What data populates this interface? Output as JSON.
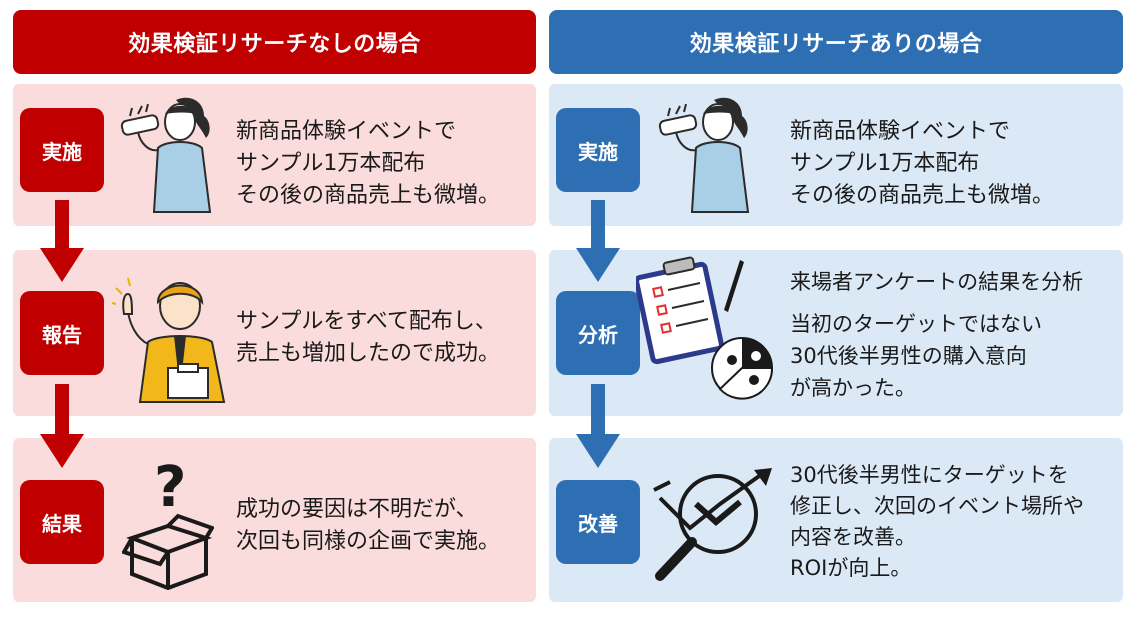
{
  "colors": {
    "red": "#c00000",
    "red_panel": "#fbdcdc",
    "blue": "#2e6eb2",
    "blue_panel": "#dbe8f5"
  },
  "left": {
    "header": "効果検証リサーチなしの場合",
    "steps": [
      {
        "badge": "実施",
        "icon": "woman-drinking-icon",
        "lines": [
          "新商品体験イベントで",
          "サンプル1万本配布",
          "その後の商品売上も微増。"
        ]
      },
      {
        "badge": "報告",
        "icon": "businessman-pointing-icon",
        "lines": [
          "サンプルをすべて配布し、",
          "売上も増加したので成功。"
        ]
      },
      {
        "badge": "結果",
        "icon": "question-box-icon",
        "lines": [
          "成功の要因は不明だが、",
          "次回も同様の企画で実施。"
        ]
      }
    ]
  },
  "right": {
    "header": "効果検証リサーチありの場合",
    "steps": [
      {
        "badge": "実施",
        "icon": "woman-drinking-icon",
        "lines": [
          "新商品体験イベントで",
          "サンプル1万本配布",
          "その後の商品売上も微増。"
        ]
      },
      {
        "badge": "分析",
        "icon": "survey-clipboard-icon",
        "lines": [
          "来場者アンケートの結果を分析",
          "",
          "当初のターゲットではない",
          "30代後半男性の購入意向",
          "が高かった。"
        ]
      },
      {
        "badge": "改善",
        "icon": "magnifier-improve-icon",
        "lines": [
          "30代後半男性にターゲットを",
          "修正し、次回のイベント場所や",
          "内容を改善。",
          "ROIが向上。"
        ]
      }
    ]
  }
}
